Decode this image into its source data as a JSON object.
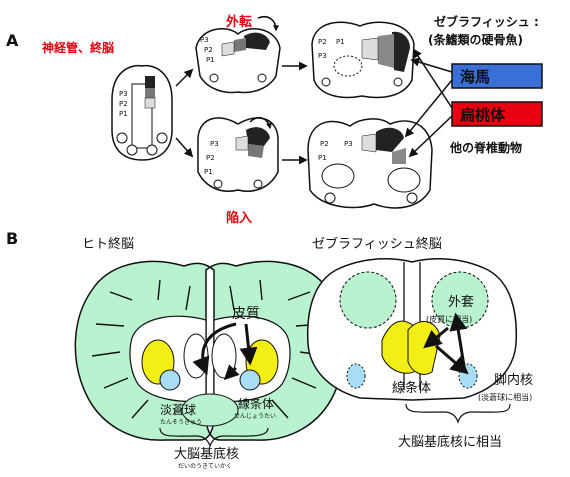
{
  "panelA": {
    "label": "A",
    "neuralTube": "神経管、終脳",
    "eversion": "外転",
    "evagination": "陥入",
    "zebrafish": "ゼブラフィッシュ :",
    "teleost": "(条鰭類の硬骨魚)",
    "hippocampus": "海馬",
    "amygdala": "扁桃体",
    "otherVertebrates": "他の脊椎動物",
    "p1": "P1",
    "p2": "P2",
    "p3": "P3"
  },
  "panelB": {
    "label": "B",
    "humanTitle": "ヒト終脳",
    "zebrafishTitle": "ゼブラフィッシュ終脳",
    "cortex": "皮質",
    "striatum": "線条体",
    "striatumRuby": "せんじょうたい",
    "pallidum": "淡蒼球",
    "pallidumRuby": "たんそうきゅう",
    "basalGanglia": "大脳基底核",
    "basalGangliaRuby": "だいのうきていかく",
    "pallium": "外套",
    "palliumNote": "(皮質に相当)",
    "fishStriatum": "線条体",
    "entopeduncular": "脚内核",
    "entopeduncularNote": "(淡蒼球に相当)",
    "fishBasalGanglia": "大脳基底核に相当"
  },
  "colors": {
    "red": "#e60012",
    "blue": "#3a6fd8",
    "green": "#b8f2cf",
    "yellow": "#f3ee14",
    "lightBlue": "#a8ddf5",
    "black": "#111111",
    "grey": "#888888",
    "lightGrey": "#d8d8d8"
  }
}
